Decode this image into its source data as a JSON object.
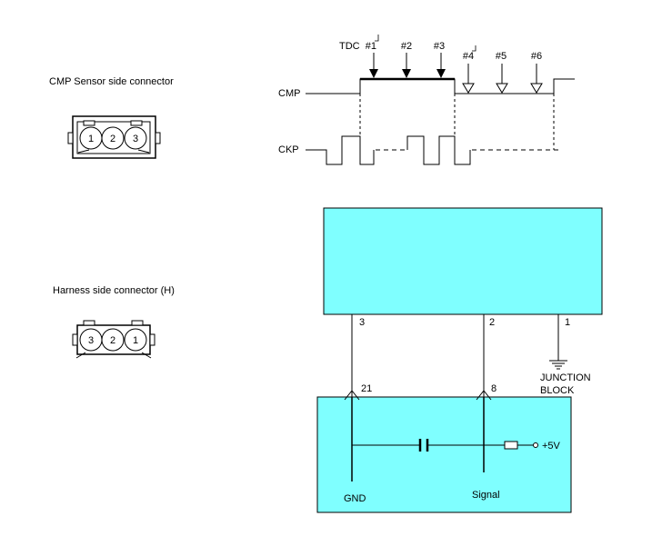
{
  "connectors": {
    "cmp_sensor_side": {
      "label": "CMP Sensor side connector",
      "pins": [
        "1",
        "2",
        "3"
      ]
    },
    "harness_side": {
      "label": "Harness side connector (H)",
      "pins": [
        "3",
        "2",
        "1"
      ]
    }
  },
  "waveform": {
    "markers_solid": [
      "TDC  #1",
      "#2",
      "#3"
    ],
    "markers_hollow": [
      "#4",
      "#5",
      "#6"
    ],
    "signal_cmp": "CMP",
    "signal_ckp": "CKP"
  },
  "schematic": {
    "upper_box_color": "#7FFFFF",
    "lower_box_color": "#7FFFFF",
    "upper_pins": [
      "3",
      "2",
      "1"
    ],
    "lower_pins": [
      "21",
      "8"
    ],
    "junction_block": [
      "JUNCTION",
      "BLOCK"
    ],
    "supply": "+5V",
    "gnd_label": "GND",
    "signal_label": "Signal"
  }
}
